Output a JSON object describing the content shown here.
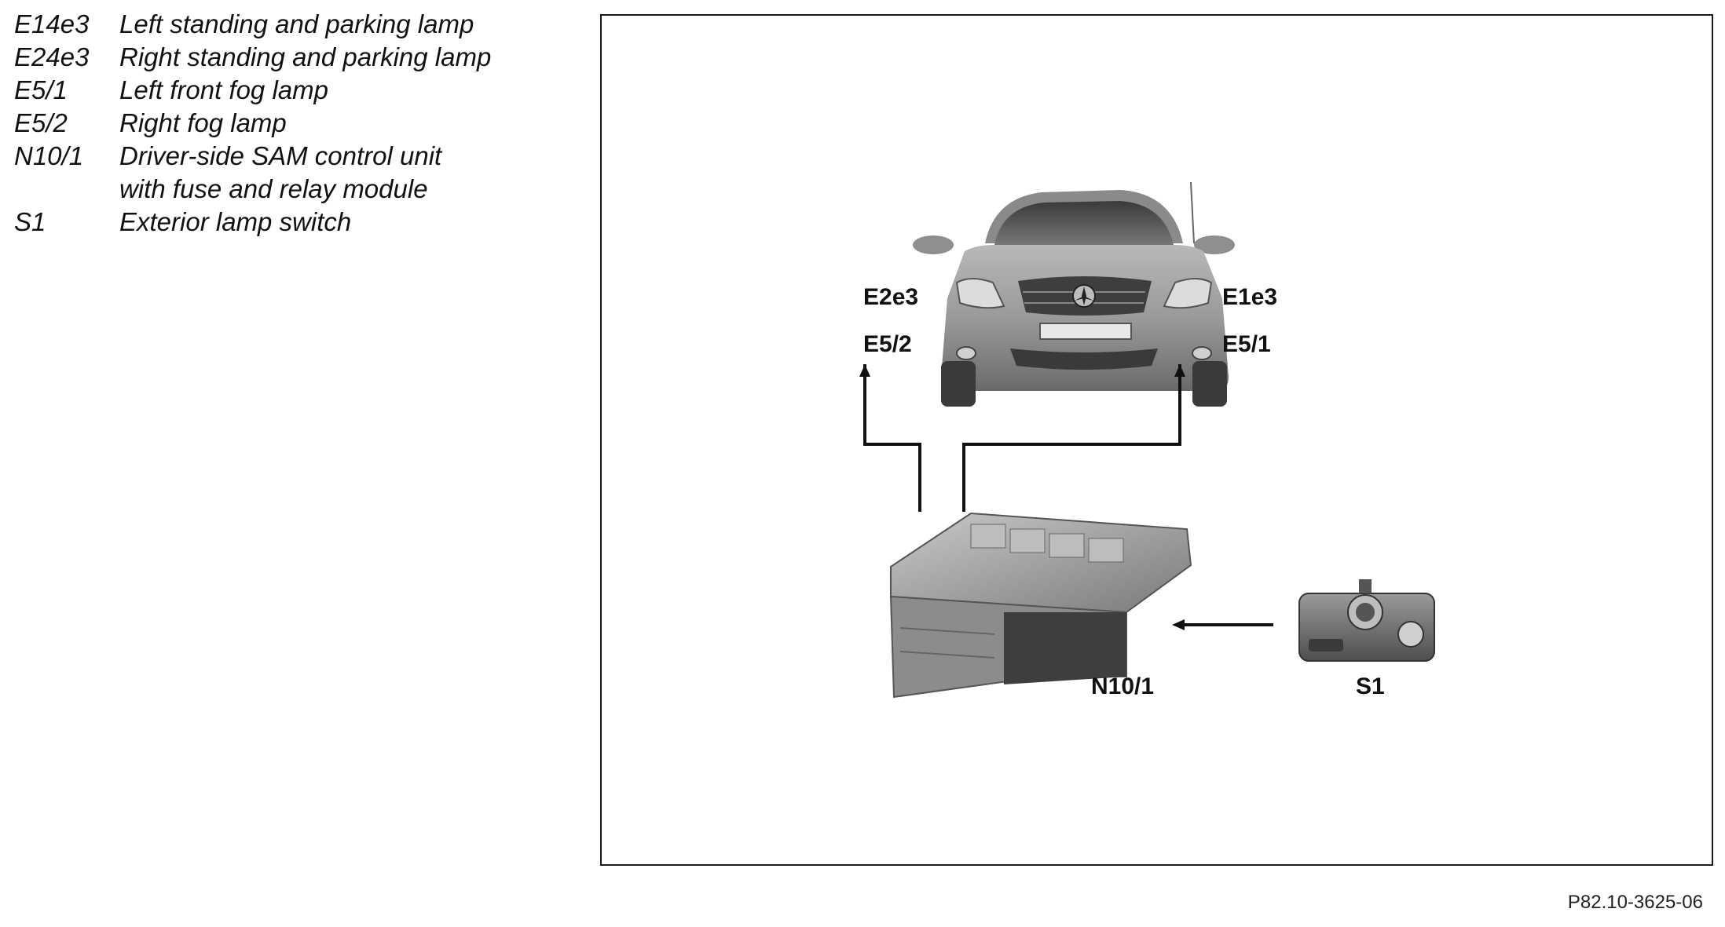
{
  "legend": [
    {
      "code": "E14e3",
      "desc": "Left standing and parking lamp"
    },
    {
      "code": "E24e3",
      "desc": "Right standing and parking lamp"
    },
    {
      "code": "E5/1",
      "desc": "Left front fog lamp"
    },
    {
      "code": "E5/2",
      "desc": "Right fog lamp"
    },
    {
      "code": "N10/1",
      "desc": "Driver-side SAM control unit with fuse and relay module"
    },
    {
      "code": "S1",
      "desc": "Exterior lamp switch"
    }
  ],
  "callouts": {
    "e2e3": "E2e3",
    "e1e3": "E1e3",
    "e52": "E5/2",
    "e51": "E5/1",
    "n101": "N10/1",
    "s1": "S1"
  },
  "figure_ref": "P82.10-3625-06",
  "colors": {
    "car_body": "#9a9a9a",
    "module_body": "#8c8c8c",
    "switch_body": "#6e6e6e",
    "line": "#111111"
  }
}
